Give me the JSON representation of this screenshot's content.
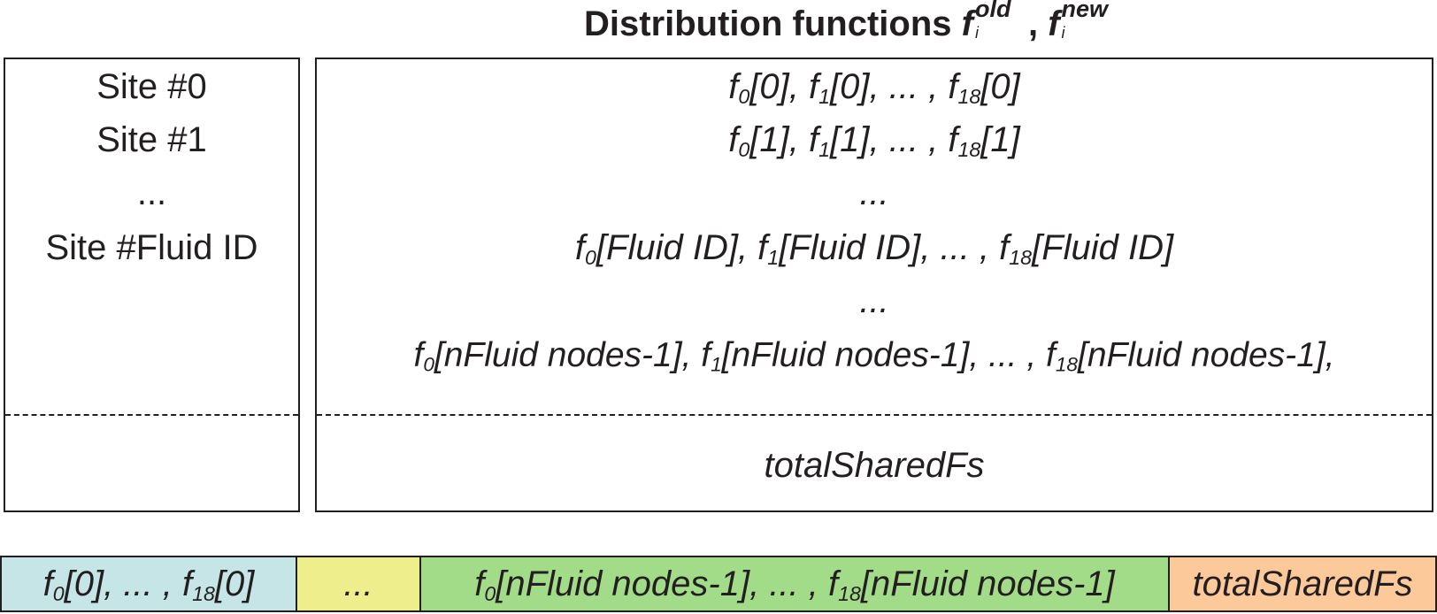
{
  "title": {
    "text": "Distribution functions",
    "f_old": "f",
    "old_sup": "old",
    "old_sub": "i",
    "sep": ",",
    "f_new": "f",
    "new_sup": "new",
    "new_sub": "i"
  },
  "left_box": {
    "lines": [
      "Site #0",
      "Site #1",
      "...",
      "Site #Fluid ID"
    ]
  },
  "right_box": {
    "rows": [
      [
        {
          "f": "f",
          "s": "0",
          "a": "[0], "
        },
        {
          "f": "f",
          "s": "1",
          "a": "[0], ... , "
        },
        {
          "f": "f",
          "s": "18",
          "a": "[0]"
        }
      ],
      [
        {
          "f": "f",
          "s": "0",
          "a": "[1], "
        },
        {
          "f": "f",
          "s": "1",
          "a": "[1], ... , "
        },
        {
          "f": "f",
          "s": "18",
          "a": "[1]"
        }
      ],
      "...",
      [
        {
          "f": "f",
          "s": "0",
          "a": "[Fluid ID], "
        },
        {
          "f": "f",
          "s": "1",
          "a": "[Fluid ID], ... , "
        },
        {
          "f": "f",
          "s": "18",
          "a": "[Fluid ID]"
        }
      ],
      "...",
      [
        {
          "f": "f",
          "s": "0",
          "a": "[nFluid nodes-1], "
        },
        {
          "f": "f",
          "s": "1",
          "a": "[nFluid nodes-1], ... , "
        },
        {
          "f": "f",
          "s": "18",
          "a": "[nFluid nodes-1],"
        }
      ]
    ],
    "shared": "totalSharedFs"
  },
  "bar": {
    "segments": [
      {
        "color": "#c6e5e6",
        "parts": [
          {
            "f": "f",
            "s": "0",
            "a": "[0], ... , "
          },
          {
            "f": "f",
            "s": "18",
            "a": "[0]"
          }
        ]
      },
      {
        "color": "#eeee8c",
        "text": "..."
      },
      {
        "color": "#a3dc88",
        "parts": [
          {
            "f": "f",
            "s": "0",
            "a": "[nFluid nodes-1], ... , "
          },
          {
            "f": "f",
            "s": "18",
            "a": "[nFluid nodes-1]"
          }
        ]
      },
      {
        "color": "#fbc99a",
        "text": "totalSharedFs"
      }
    ]
  }
}
